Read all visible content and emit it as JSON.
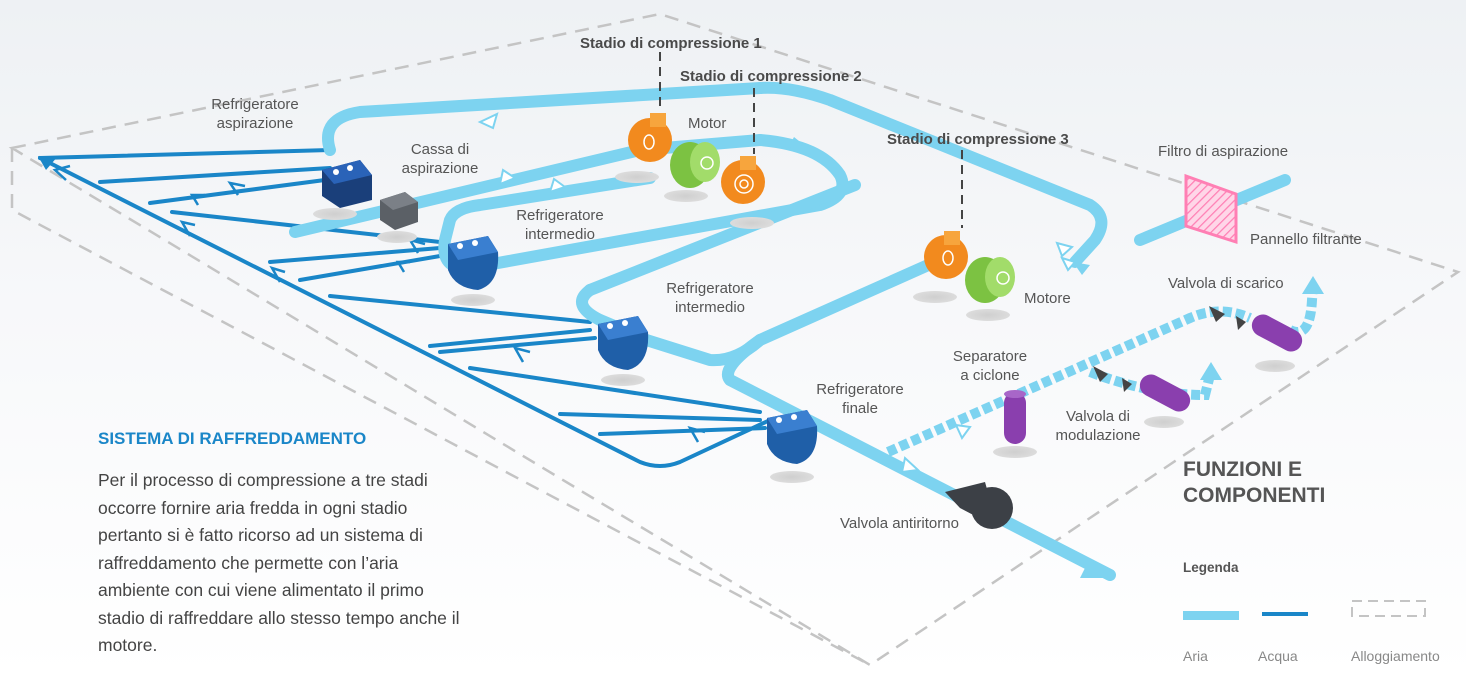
{
  "stages": {
    "stage1": "Stadio di compressione 1",
    "stage2": "Stadio di compressione 2",
    "stage3": "Stadio di compressione 3"
  },
  "labels": {
    "intake_cooler": "Refrigeratore\naspirazione",
    "intake_box": "Cassa di\naspirazione",
    "motor_top": "Motor",
    "intercooler_1": "Refrigeratore\nintermedio",
    "intercooler_2": "Refrigeratore\nintermedio",
    "intake_filter": "Filtro di aspirazione",
    "filter_panel": "Pannello filtrante",
    "motor_bottom": "Motore",
    "blowoff_valve": "Valvola di scarico",
    "cyclone_separator": "Separatore\na ciclone",
    "aftercooler": "Refrigeratore\nfinale",
    "modulation_valve": "Valvola di\nmodulazione",
    "check_valve": "Valvola antiritorno"
  },
  "cooling_system": {
    "title": "SISTEMA DI RAFFREDDAMENTO",
    "text": "Per il processo di compressione a tre stadi occorre fornire aria fredda in ogni stadio pertanto si è fatto ricorso ad un sistema di raffreddamento che permette con l’aria ambiente con cui viene alimentato il primo stadio di raffreddare allo stesso tempo anche il motore."
  },
  "functions_title": "FUNZIONI E\nCOMPONENTI",
  "legend": {
    "title": "Legenda",
    "air": "Aria",
    "water": "Acqua",
    "housing": "Alloggiamento"
  },
  "colors": {
    "air": "#7dd3f0",
    "water": "#1a86c8",
    "housing": "#c4c4c4",
    "compressor": "#f28a1e",
    "motor": "#8fd14f",
    "cooler": "#1f5fa8",
    "valve": "#8a3fae",
    "filter": "#ff7fb4",
    "gray_part": "#555a60"
  }
}
